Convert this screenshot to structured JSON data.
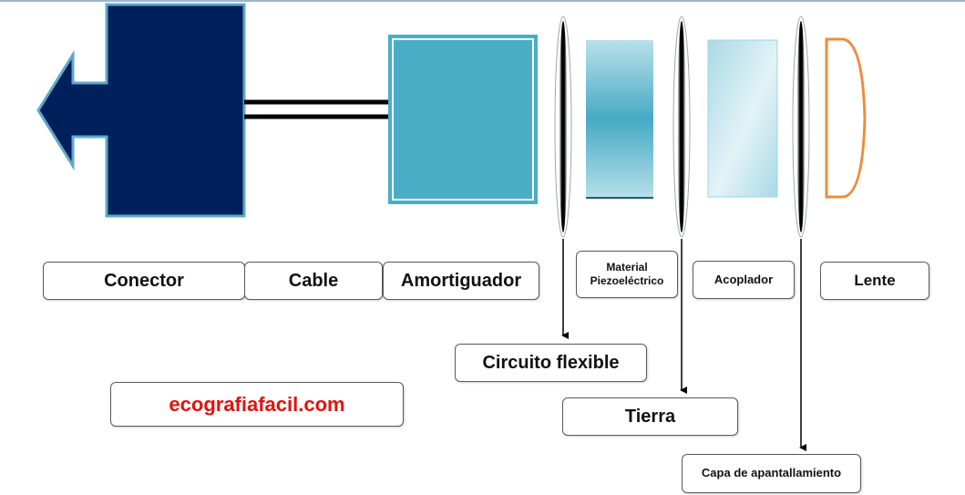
{
  "labels": {
    "conector": "Conector",
    "cable": "Cable",
    "amortiguador": "Amortiguador",
    "material": "Material\nPiezoeléctrico",
    "acoplador": "Acoplador",
    "lente": "Lente",
    "circuito": "Circuito flexible",
    "tierra": "Tierra",
    "capa": "Capa de apantallamiento"
  },
  "watermark": "ecografiafacil.com",
  "colors": {
    "connector_fill": "#00205c",
    "connector_border": "#5fa9c9",
    "damper_fill": "#4aadc6",
    "damper_inner_border": "#ffffff",
    "piezo_dark": "#46aac5",
    "piezo_light": "#b8e0ea",
    "coupler_light": "#e3f3f7",
    "coupler_mid": "#a9d9e5",
    "lens_stroke": "#ef8c3d",
    "cable": "#000000",
    "watermark_text": "#e3120b"
  }
}
